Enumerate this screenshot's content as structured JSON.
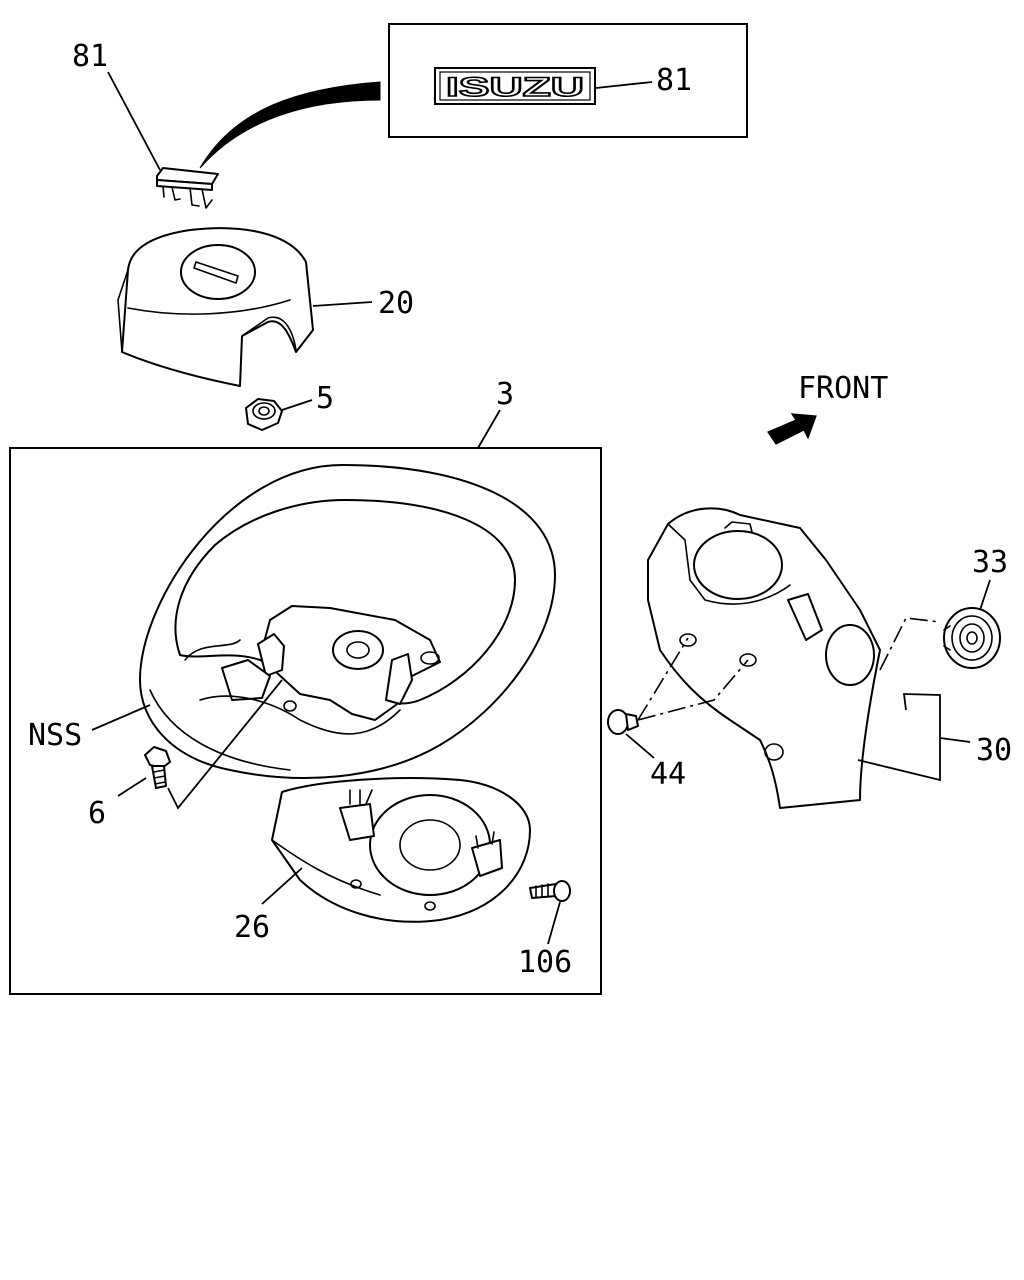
{
  "labels": {
    "p81_top": "81",
    "p81_emblem": "81",
    "emblem_text": "ISUZU",
    "p20": "20",
    "p5": "5",
    "p3": "3",
    "front": "FRONT",
    "p33": "33",
    "nss": "NSS",
    "p44": "44",
    "p30": "30",
    "p6": "6",
    "p26": "26",
    "p106": "106"
  }
}
